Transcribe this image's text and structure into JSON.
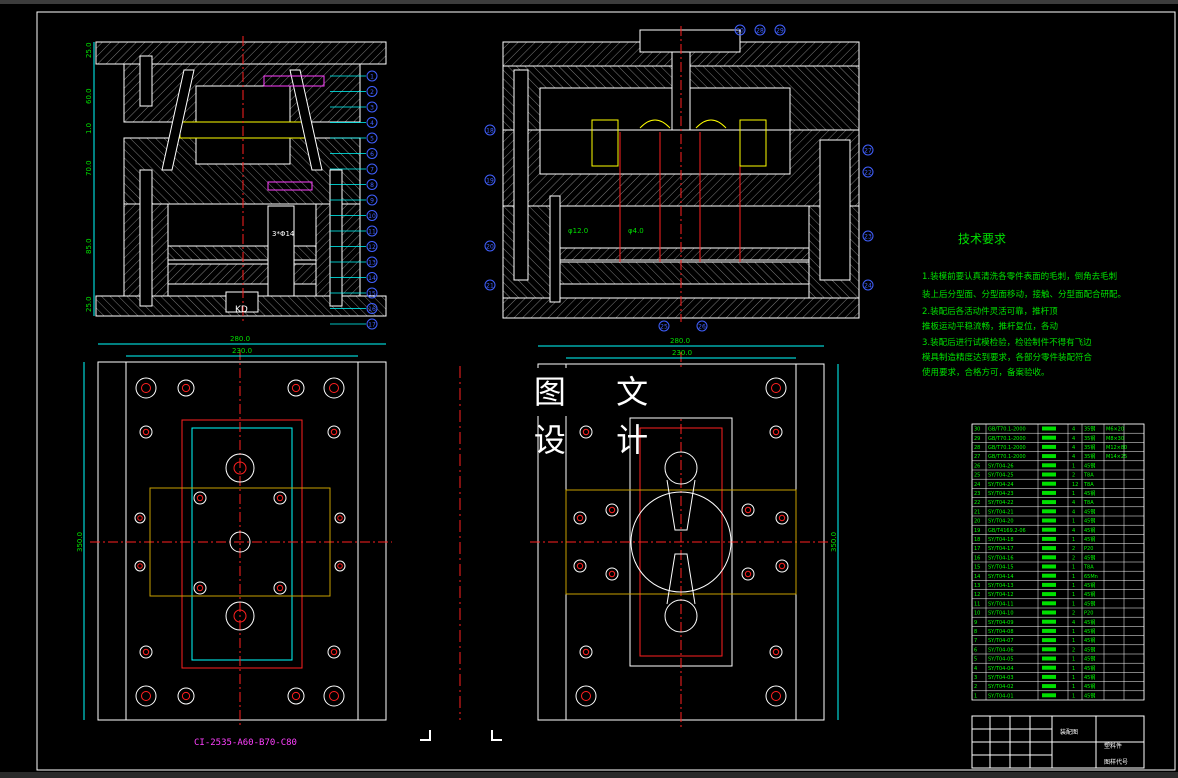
{
  "watermark": "图 文 设 计",
  "tech": {
    "title": "技术要求",
    "lines": [
      "1.装模前要认真清洗各零件表面的毛刺，倒角去毛刺",
      "装上后分型面、分型面移动，接触、分型面配合研配。",
      "2.装配后各活动件灵活可靠，推杆顶",
      "推板运动平稳流畅，推杆复位，各动",
      "3.装配后进行试模检验，检验制件不得有飞边",
      "模具制造精度达到要求，各部分零件装配符合",
      "使用要求，合格方可，备案验收。"
    ]
  },
  "mold_code": "CI-2535-A60-B70-C80",
  "dims": {
    "left_width_outer": "280.0",
    "left_width_inner": "230.0",
    "left_height": "350.0",
    "right_width_outer": "280.0",
    "right_width_inner": "230.0",
    "right_height": "350.0",
    "heights": [
      "25.0",
      "60.0",
      "1.0",
      "70.0",
      "85.0",
      "25.0"
    ],
    "dia_small": "φ12.0",
    "dia_hole": "φ4.0"
  },
  "cad_labels": {
    "left_section_mark": "KD",
    "left_box": "3*Φ14"
  },
  "balloons_left": [
    "1",
    "2",
    "3",
    "4",
    "5",
    "6",
    "7",
    "8",
    "9",
    "10",
    "11",
    "12",
    "13",
    "14",
    "15",
    "16",
    "17"
  ],
  "balloons_right_top": [
    "28",
    "29",
    "30"
  ],
  "balloons_right_side": [
    "18",
    "19",
    "20",
    "21",
    "22",
    "23",
    "24",
    "25",
    "26",
    "27"
  ],
  "title_block": {
    "drawing_name": "装配图",
    "material": "塑料件",
    "drawing_no": "图样代号"
  },
  "bom_rows": [
    {
      "no": "30",
      "code": "GB/T70.1-2000",
      "qty": "4",
      "material": "35钢",
      "note": "M6×20"
    },
    {
      "no": "29",
      "code": "GB/T70.1-2000",
      "qty": "4",
      "material": "35钢",
      "note": "M8×30"
    },
    {
      "no": "28",
      "code": "GB/T70.1-2000",
      "qty": "4",
      "material": "35钢",
      "note": "M12×80"
    },
    {
      "no": "27",
      "code": "GB/T70.1-2000",
      "qty": "4",
      "material": "35钢",
      "note": "M14×25"
    },
    {
      "no": "26",
      "code": "SY/T04-26",
      "qty": "1",
      "material": "45钢",
      "note": ""
    },
    {
      "no": "25",
      "code": "SY/T04-25",
      "qty": "2",
      "material": "T8A",
      "note": ""
    },
    {
      "no": "24",
      "code": "SY/T04-24",
      "qty": "12",
      "material": "T8A",
      "note": ""
    },
    {
      "no": "23",
      "code": "SY/T04-23",
      "qty": "1",
      "material": "45钢",
      "note": ""
    },
    {
      "no": "22",
      "code": "SY/T04-22",
      "qty": "4",
      "material": "T8A",
      "note": ""
    },
    {
      "no": "21",
      "code": "SY/T04-21",
      "qty": "4",
      "material": "45钢",
      "note": ""
    },
    {
      "no": "20",
      "code": "SY/T04-20",
      "qty": "1",
      "material": "45钢",
      "note": ""
    },
    {
      "no": "19",
      "code": "GB/T4169.2-06",
      "qty": "4",
      "material": "45钢",
      "note": ""
    },
    {
      "no": "18",
      "code": "SY/T04-18",
      "qty": "1",
      "material": "45钢",
      "note": ""
    },
    {
      "no": "17",
      "code": "SY/T04-17",
      "qty": "2",
      "material": "P20",
      "note": ""
    },
    {
      "no": "16",
      "code": "SY/T04-16",
      "qty": "2",
      "material": "45钢",
      "note": ""
    },
    {
      "no": "15",
      "code": "SY/T04-15",
      "qty": "1",
      "material": "T8A",
      "note": ""
    },
    {
      "no": "14",
      "code": "SY/T04-14",
      "qty": "1",
      "material": "65Mn",
      "note": ""
    },
    {
      "no": "13",
      "code": "SY/T04-13",
      "qty": "1",
      "material": "45钢",
      "note": ""
    },
    {
      "no": "12",
      "code": "SY/T04-12",
      "qty": "1",
      "material": "45钢",
      "note": ""
    },
    {
      "no": "11",
      "code": "SY/T04-11",
      "qty": "1",
      "material": "45钢",
      "note": ""
    },
    {
      "no": "10",
      "code": "SY/T04-10",
      "qty": "2",
      "material": "P20",
      "note": ""
    },
    {
      "no": "9",
      "code": "SY/T04-09",
      "qty": "4",
      "material": "45钢",
      "note": ""
    },
    {
      "no": "8",
      "code": "SY/T04-08",
      "qty": "1",
      "material": "45钢",
      "note": ""
    },
    {
      "no": "7",
      "code": "SY/T04-07",
      "qty": "1",
      "material": "45钢",
      "note": ""
    },
    {
      "no": "6",
      "code": "SY/T04-06",
      "qty": "2",
      "material": "45钢",
      "note": ""
    },
    {
      "no": "5",
      "code": "SY/T04-05",
      "qty": "1",
      "material": "45钢",
      "note": ""
    },
    {
      "no": "4",
      "code": "SY/T04-04",
      "qty": "1",
      "material": "45钢",
      "note": ""
    },
    {
      "no": "3",
      "code": "SY/T04-03",
      "qty": "1",
      "material": "45钢",
      "note": ""
    },
    {
      "no": "2",
      "code": "SY/T04-02",
      "qty": "1",
      "material": "45钢",
      "note": ""
    },
    {
      "no": "1",
      "code": "SY/T04-01",
      "qty": "1",
      "material": "45钢",
      "note": ""
    }
  ],
  "colors": {
    "line_white": "#ffffff",
    "hatch": "#8a8a8a",
    "center_red": "#ff2020",
    "cyan": "#00ffff",
    "green": "#00e000",
    "yellow": "#ffff00",
    "magenta": "#ff40ff",
    "blue": "#4060ff"
  }
}
